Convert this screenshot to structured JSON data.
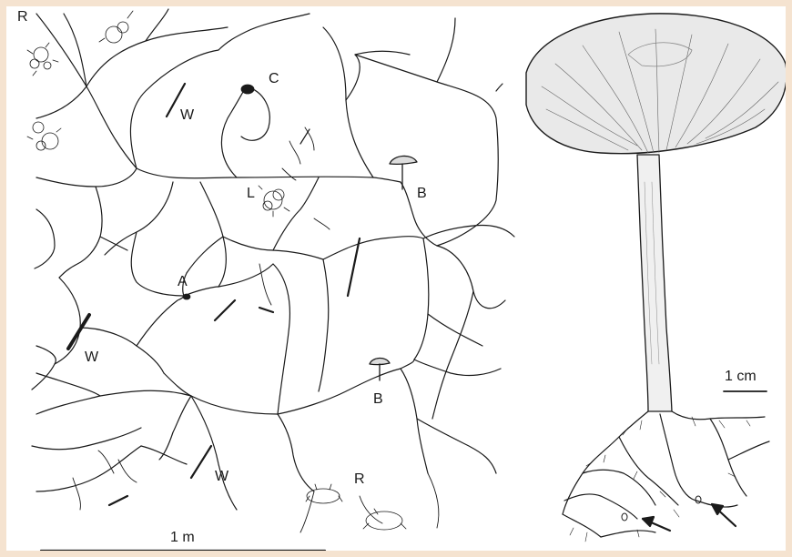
{
  "figure": {
    "labels": {
      "r_top": "R",
      "c": "C",
      "w_upper": "W",
      "l": "L",
      "b_upper": "B",
      "a": "A",
      "w_left": "W",
      "b_lower": "B",
      "w_lower": "W",
      "r_lower": "R"
    },
    "scale_left": "1 m",
    "scale_right": "1 cm"
  },
  "colors": {
    "frame": "#f5e3d0",
    "ink": "#1a1a1a",
    "paper": "#ffffff"
  }
}
